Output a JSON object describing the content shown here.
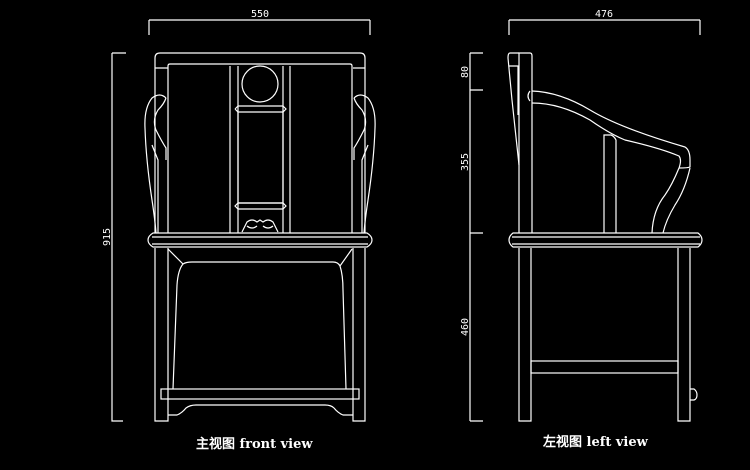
{
  "front_view": {
    "caption": "主视图  front view",
    "width_dim": "550",
    "height_dim": "915"
  },
  "left_view": {
    "caption": "左视图  left view",
    "depth_dim": "476",
    "dims": [
      "80",
      "355",
      "460"
    ]
  },
  "colors": {
    "background": "#000000",
    "line": "#ffffff"
  }
}
